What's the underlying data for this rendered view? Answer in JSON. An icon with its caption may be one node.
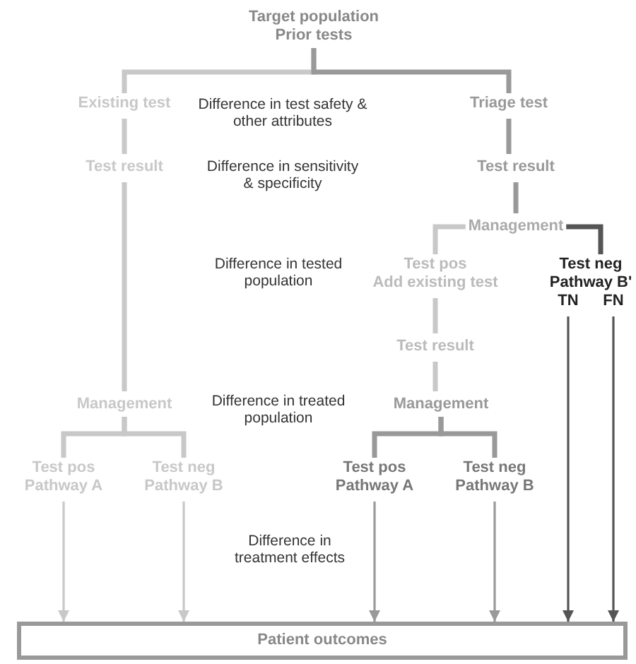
{
  "diagram": {
    "nodes": [
      {
        "text": [
          "Target population",
          "Prior tests"
        ]
      },
      {
        "text": [
          "Existing test"
        ]
      },
      {
        "text": [
          "Test result"
        ]
      },
      {
        "text": [
          "Triage test"
        ]
      },
      {
        "text": [
          "Test result"
        ]
      },
      {
        "text": [
          "Management"
        ]
      },
      {
        "text": [
          "Test pos",
          "Add existing test"
        ]
      },
      {
        "text": [
          "Test neg",
          "Pathway B'"
        ]
      },
      {
        "text": [
          "TN"
        ]
      },
      {
        "text": [
          "FN"
        ]
      },
      {
        "text": [
          "Test result"
        ]
      },
      {
        "text": [
          "Management"
        ]
      },
      {
        "text": [
          "Management"
        ]
      },
      {
        "text": [
          "Test pos",
          "Pathway A"
        ]
      },
      {
        "text": [
          "Test neg",
          "Pathway B"
        ]
      },
      {
        "text": [
          "Test pos",
          "Pathway A"
        ]
      },
      {
        "text": [
          "Test neg",
          "Pathway B"
        ]
      },
      {
        "text": [
          "Patient outcomes"
        ]
      }
    ],
    "edges": [
      {
        "from": 0,
        "to": 1,
        "arrow": "none"
      },
      {
        "from": 0,
        "to": 3,
        "arrow": "none",
        "color": "#999999"
      },
      {
        "from": 1,
        "to": 2,
        "arrow": "none"
      },
      {
        "from": 2,
        "to": 12,
        "arrow": "none"
      },
      {
        "from": 12,
        "to": 13,
        "arrow": "none"
      },
      {
        "from": 12,
        "to": 14,
        "arrow": "none"
      },
      {
        "from": 13,
        "to": 17,
        "arrow": "to"
      },
      {
        "from": 14,
        "to": 17,
        "arrow": "to"
      },
      {
        "from": 3,
        "to": 4,
        "arrow": "none",
        "color": "#999999"
      },
      {
        "from": 4,
        "to": 5,
        "arrow": "none",
        "color": "#999999"
      },
      {
        "from": 5,
        "to": 6,
        "arrow": "none"
      },
      {
        "from": 5,
        "to": 7,
        "arrow": "none",
        "color": "#555555"
      },
      {
        "from": 6,
        "to": 10,
        "arrow": "none"
      },
      {
        "from": 10,
        "to": 11,
        "arrow": "none"
      },
      {
        "from": 11,
        "to": 15,
        "arrow": "none",
        "color": "#999999"
      },
      {
        "from": 11,
        "to": 16,
        "arrow": "none",
        "color": "#999999"
      },
      {
        "from": 15,
        "to": 17,
        "arrow": "to",
        "color": "#999999"
      },
      {
        "from": 16,
        "to": 17,
        "arrow": "to",
        "color": "#999999"
      },
      {
        "from": 8,
        "to": 17,
        "arrow": "to",
        "color": "#555555"
      },
      {
        "from": 9,
        "to": 17,
        "arrow": "to",
        "color": "#555555"
      }
    ],
    "labels": [
      "Difference in test safety & other attributes",
      "Difference in sensitivity & specificity",
      "Difference in tested population",
      "Difference in treated population",
      "Difference in treatment effects"
    ]
  }
}
